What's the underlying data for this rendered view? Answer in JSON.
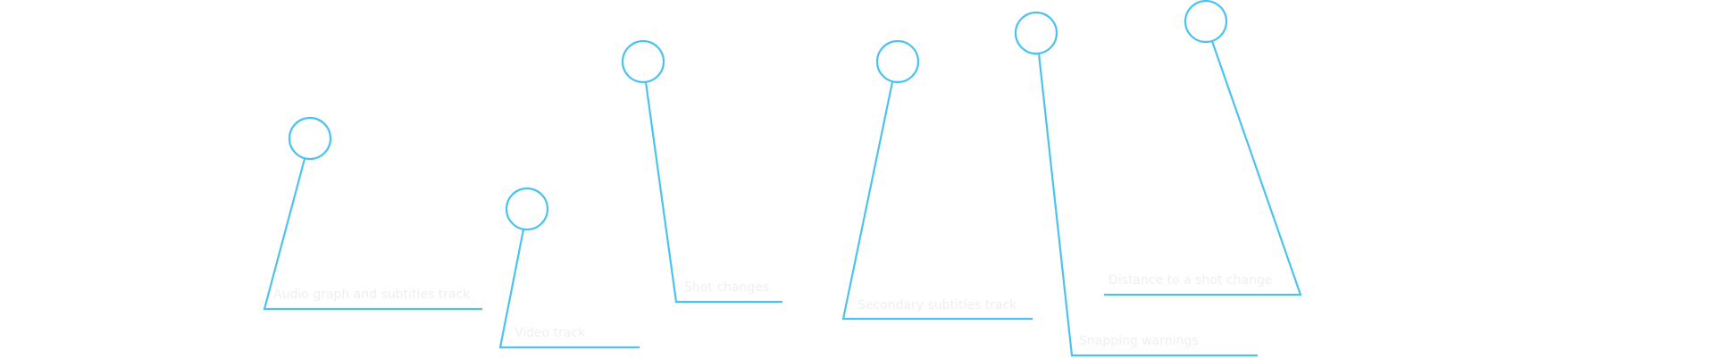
{
  "colors": {
    "line": "#4cc3ee",
    "text": "#efefef"
  },
  "callouts": [
    {
      "label": "Audio graph and subtitles track"
    },
    {
      "label": "Video track"
    },
    {
      "label": "Shot changes"
    },
    {
      "label": "Secondary subtitles track"
    },
    {
      "label": "Snapping warnings"
    },
    {
      "label": "Distance to a shot change"
    }
  ]
}
